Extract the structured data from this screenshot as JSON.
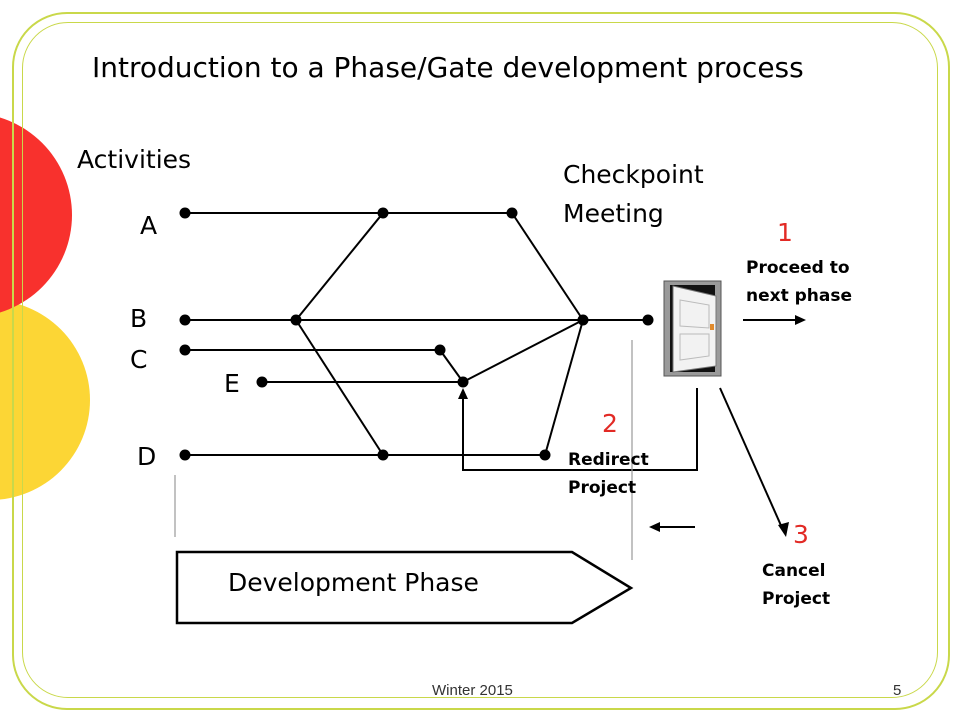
{
  "title": "Introduction to a Phase/Gate development process",
  "activities_label": "Activities",
  "rows": {
    "a": "A",
    "b": "B",
    "c": "C",
    "d": "D",
    "e": "E"
  },
  "checkpoint": {
    "line1": "Checkpoint",
    "line2": "Meeting"
  },
  "outcomes": {
    "proceed": {
      "number": "1",
      "line1": "Proceed to",
      "line2": "next phase"
    },
    "redirect": {
      "number": "2",
      "line1": "Redirect",
      "line2": "Project"
    },
    "cancel": {
      "number": "3",
      "line1": "Cancel",
      "line2": "Project"
    }
  },
  "phase_label": "Development Phase",
  "footer": {
    "term": "Winter 2015",
    "page": "5"
  },
  "colors": {
    "frame": "#c9d84a",
    "red": "#e22a25",
    "yellow": "#fcd635",
    "door_frame": "#9a9a9a"
  },
  "icons": {
    "gate": "door-icon"
  }
}
